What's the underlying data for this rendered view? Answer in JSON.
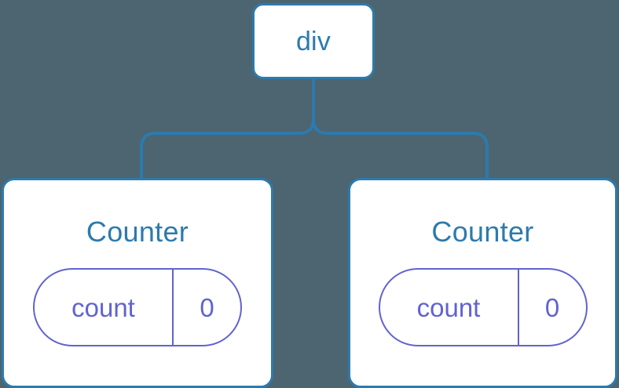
{
  "diagram": {
    "type": "component-tree",
    "background_color": "#4c6570",
    "node_color": "#2d7aad",
    "state_color": "#6163cf",
    "card_background": "#ffffff",
    "root": {
      "label": "div"
    },
    "children": [
      {
        "title": "Counter",
        "state": {
          "key": "count",
          "value": "0"
        }
      },
      {
        "title": "Counter",
        "state": {
          "key": "count",
          "value": "0"
        }
      }
    ]
  }
}
